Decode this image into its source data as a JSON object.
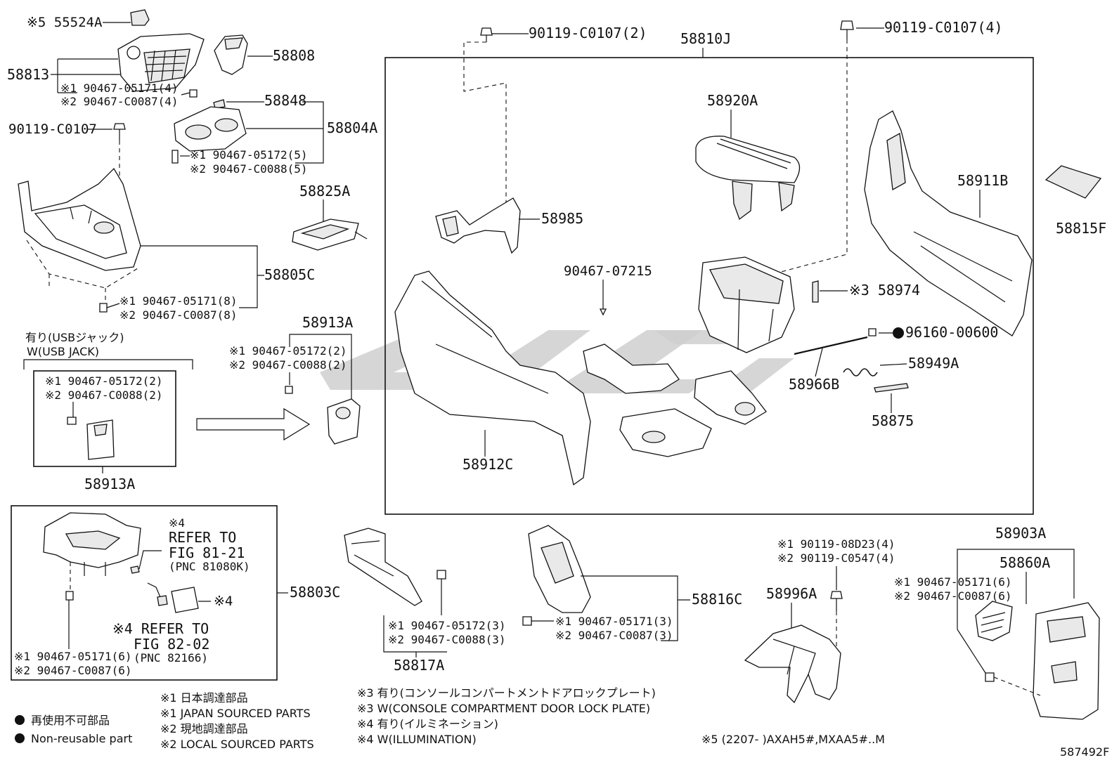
{
  "labels": {
    "p55524A": "※5 55524A",
    "p58808": "58808",
    "p58813": "58813",
    "p58813_s1": "※1 90467-05171(4)",
    "p58813_s2": "※2 90467-C0087(4)",
    "p58848": "58848",
    "p58804A": "58804A",
    "p90119_left": "90119-C0107",
    "p58804A_s1": "※1 90467-05172(5)",
    "p58804A_s2": "※2 90467-C0088(5)",
    "p58825A": "58825A",
    "p58805C": "58805C",
    "p58805C_s1": "※1 90467-05171(8)",
    "p58805C_s2": "※2 90467-C0087(8)",
    "usb_jp": "有り(USBジャック)",
    "usb_en": "W(USB JACK)",
    "usb_s1": "※1 90467-05172(2)",
    "usb_s2": "※2 90467-C0088(2)",
    "usb_part": "58913A",
    "p58913A": "58913A",
    "p58913A_s1": "※1 90467-05172(2)",
    "p58913A_s2": "※2 90467-C0088(2)",
    "p90119_top2": "90119-C0107(2)",
    "p58810J": "58810J",
    "p90119_top4": "90119-C0107(4)",
    "p58920A": "58920A",
    "p58911B": "58911B",
    "p58815F": "58815F",
    "p58985": "58985",
    "p90467_07215": "90467-07215",
    "p58974": "※3 58974",
    "p96160": "96160-00600",
    "p58966B": "58966B",
    "p58949A": "58949A",
    "p58875": "58875",
    "p58912C": "58912C",
    "refer1_mark": "※4",
    "refer1_a": "REFER TO",
    "refer1_b": "FIG 81-21",
    "refer1_c": "(PNC 81080K)",
    "refer2_mark": "※4",
    "refer2_a": "※4 REFER TO",
    "refer2_b": "FIG 82-02",
    "refer2_c": "(PNC 82166)",
    "p58803C": "58803C",
    "p58803C_s1": "※1 90467-05171(6)",
    "p58803C_s2": "※2 90467-C0087(6)",
    "p58817A": "58817A",
    "p58817A_s1": "※1 90467-05172(3)",
    "p58817A_s2": "※2 90467-C0088(3)",
    "p58816C": "58816C",
    "p58816C_s1": "※1 90467-05171(3)",
    "p58816C_s2": "※2 90467-C0087(3)",
    "p58996A_s1": "※1 90119-08D23(4)",
    "p58996A_s2": "※2 90119-C0547(4)",
    "p58996A": "58996A",
    "p58903A": "58903A",
    "p58860A": "58860A",
    "p58860A_s1": "※1 90467-05171(6)",
    "p58860A_s2": "※2 90467-C0087(6)",
    "legend_jp": "再使用不可部品",
    "legend_en": "Non-reusable part",
    "note1_jp": "※1 日本調達部品",
    "note1_en": "※1 JAPAN SOURCED PARTS",
    "note2_jp": "※2 現地調達部品",
    "note2_en": "※2 LOCAL SOURCED PARTS",
    "note3_jp": "※3 有り(コンソールコンパートメントドアロックプレート)",
    "note3_en": "※3 W(CONSOLE COMPARTMENT DOOR LOCK PLATE)",
    "note4_jp": "※4 有り(イルミネーション)",
    "note4_en": "※4 W(ILLUMINATION)",
    "note5": "※5 (2207-        )AXAH5#,MXAA5#..M",
    "fig_code": "587492F"
  }
}
